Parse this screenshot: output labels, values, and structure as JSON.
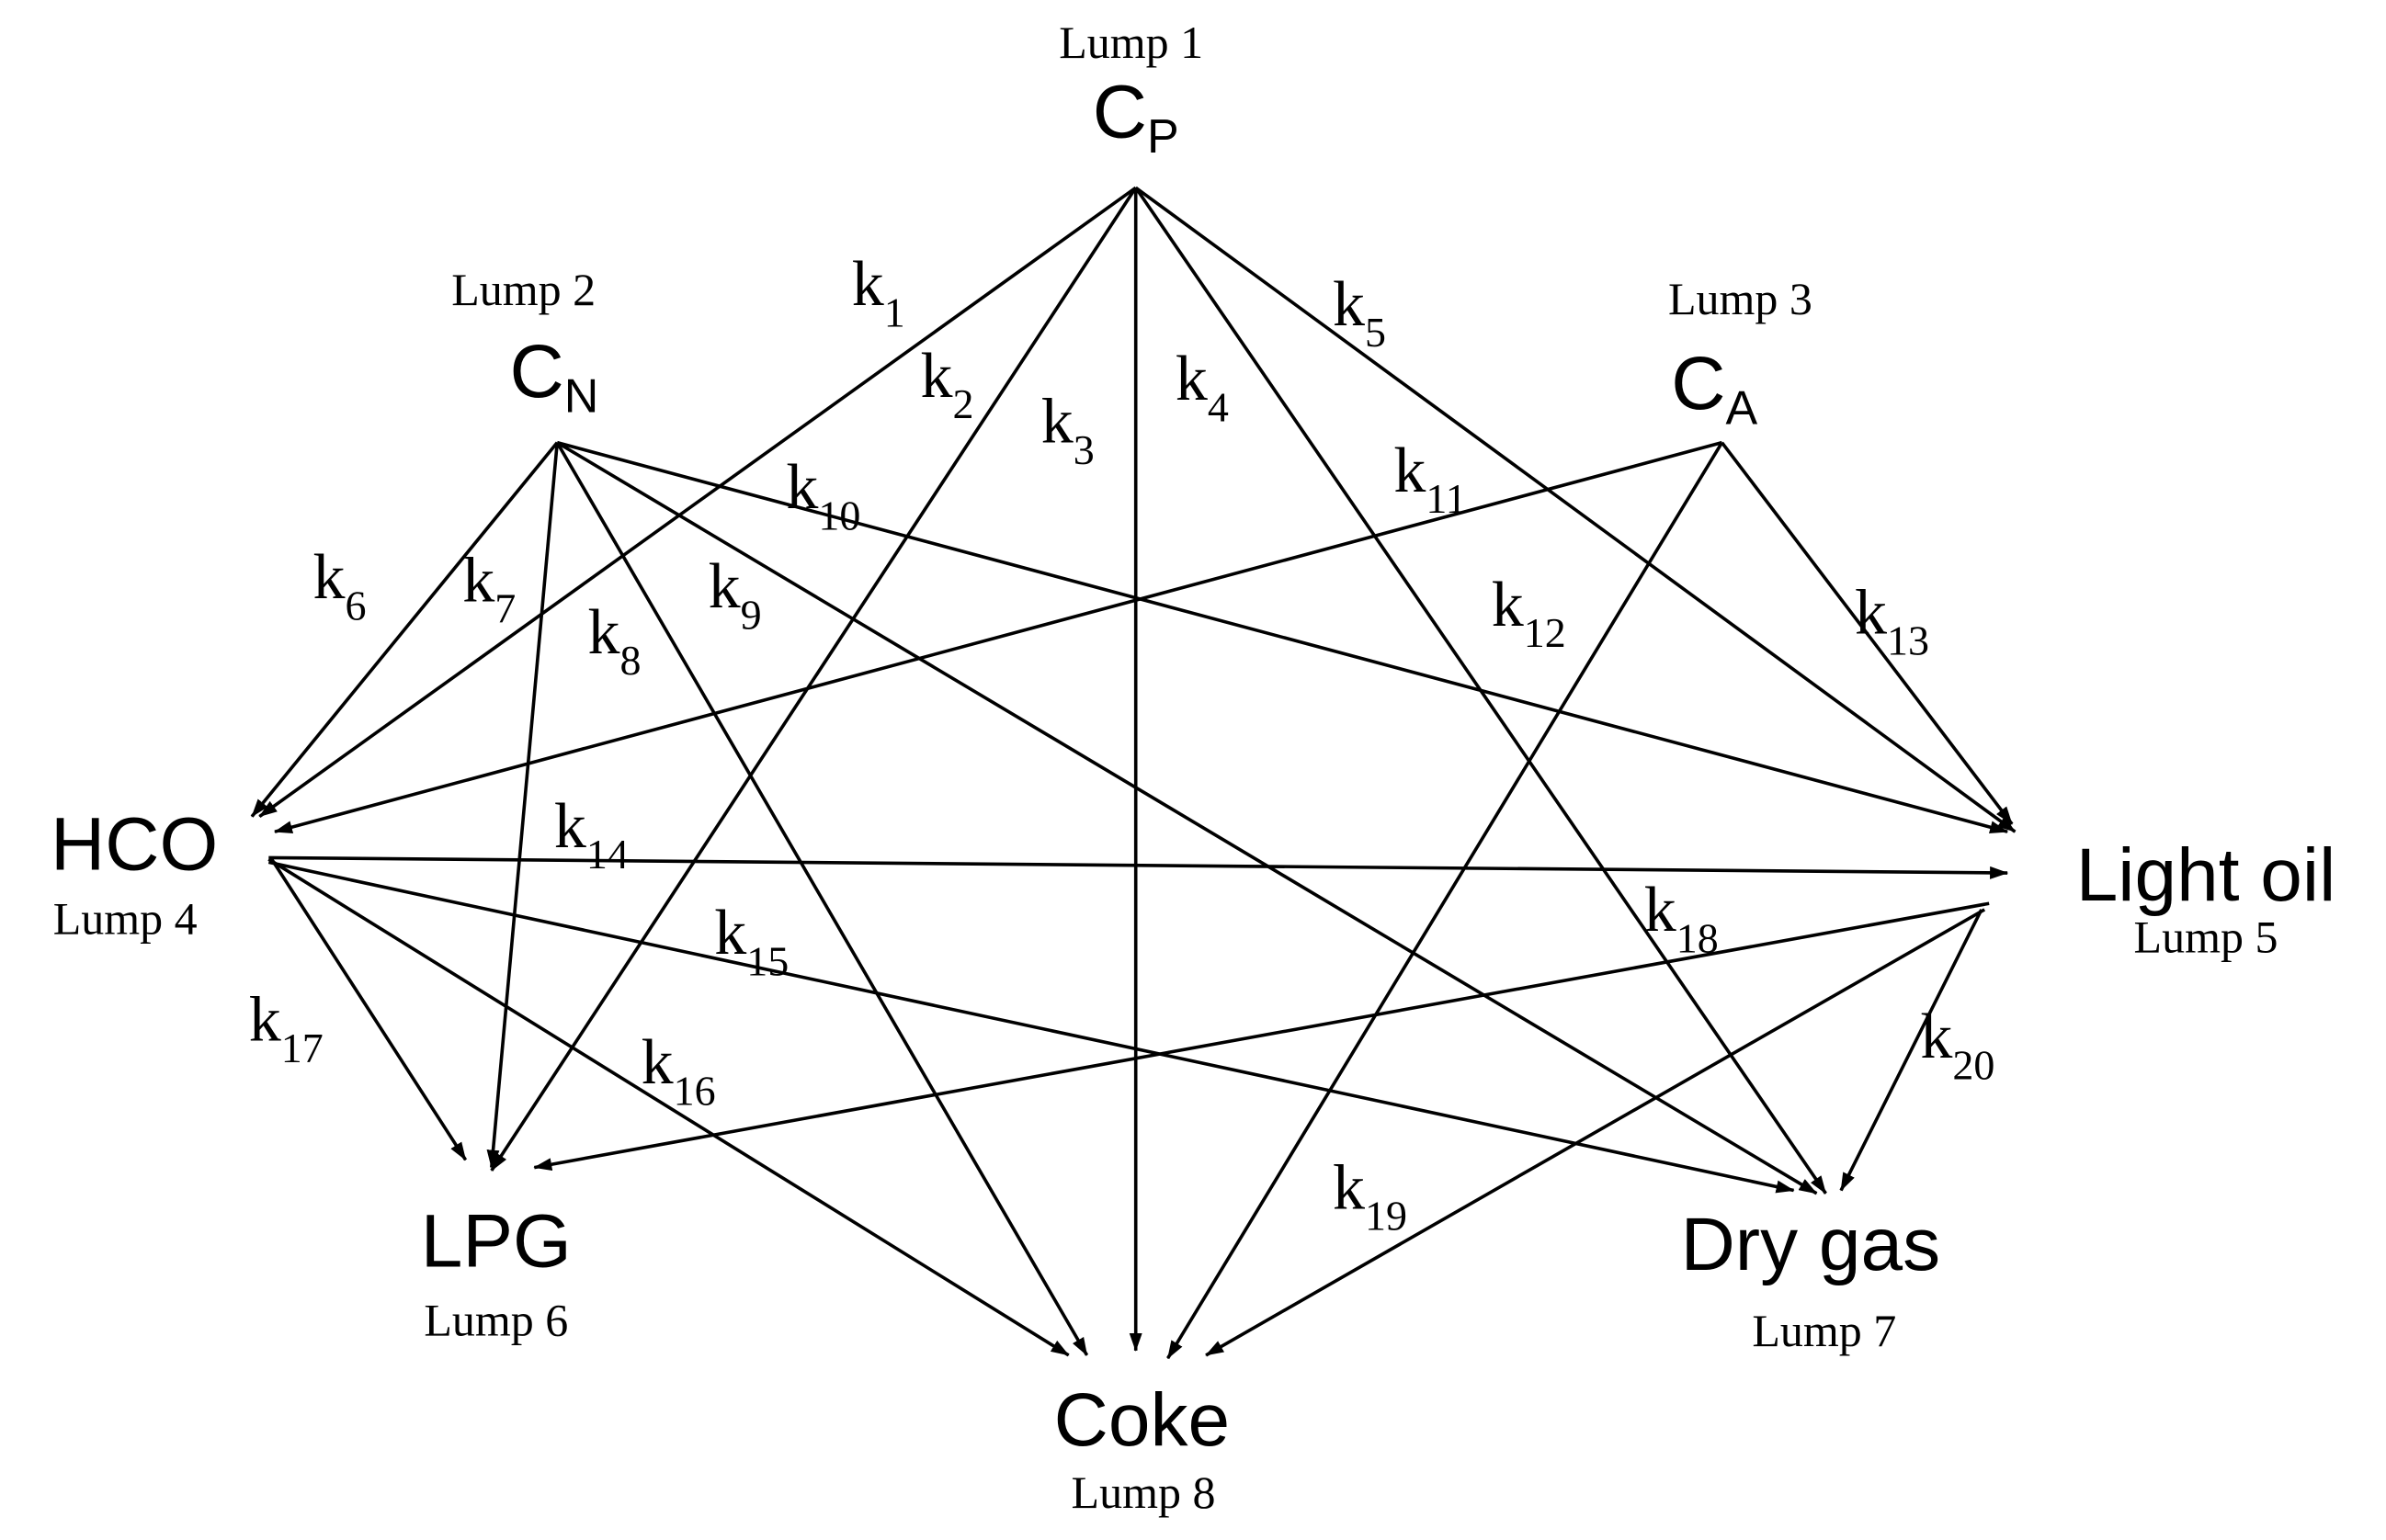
{
  "nodes": [
    {
      "id": "cp",
      "name": "C",
      "sub": "P",
      "lump": "Lump 1"
    },
    {
      "id": "cn",
      "name": "C",
      "sub": "N",
      "lump": "Lump 2"
    },
    {
      "id": "ca",
      "name": "C",
      "sub": "A",
      "lump": "Lump 3"
    },
    {
      "id": "hco",
      "name": "HCO",
      "sub": "",
      "lump": "Lump 4"
    },
    {
      "id": "lightoil",
      "name": "Light oil",
      "sub": "",
      "lump": "Lump 5"
    },
    {
      "id": "lpg",
      "name": "LPG",
      "sub": "",
      "lump": "Lump 6"
    },
    {
      "id": "drygas",
      "name": "Dry gas",
      "sub": "",
      "lump": "Lump 7"
    },
    {
      "id": "coke",
      "name": "Coke",
      "sub": "",
      "lump": "Lump 8"
    }
  ],
  "edges": [
    {
      "from": "cp",
      "to": "hco",
      "label": "k",
      "sub": "1"
    },
    {
      "from": "cp",
      "to": "lpg",
      "label": "k",
      "sub": "2"
    },
    {
      "from": "cp",
      "to": "coke",
      "label": "k",
      "sub": "3"
    },
    {
      "from": "cp",
      "to": "drygas",
      "label": "k",
      "sub": "4"
    },
    {
      "from": "cp",
      "to": "lightoil",
      "label": "k",
      "sub": "5"
    },
    {
      "from": "cn",
      "to": "hco",
      "label": "k",
      "sub": "6"
    },
    {
      "from": "cn",
      "to": "lpg",
      "label": "k",
      "sub": "7"
    },
    {
      "from": "cn",
      "to": "coke",
      "label": "k",
      "sub": "8"
    },
    {
      "from": "cn",
      "to": "drygas",
      "label": "k",
      "sub": "9"
    },
    {
      "from": "cn",
      "to": "lightoil",
      "label": "k",
      "sub": "10"
    },
    {
      "from": "ca",
      "to": "hco",
      "label": "k",
      "sub": "11"
    },
    {
      "from": "ca",
      "to": "coke",
      "label": "k",
      "sub": "12"
    },
    {
      "from": "ca",
      "to": "lightoil",
      "label": "k",
      "sub": "13"
    },
    {
      "from": "hco",
      "to": "lightoil",
      "label": "k",
      "sub": "14"
    },
    {
      "from": "hco",
      "to": "drygas",
      "label": "k",
      "sub": "15"
    },
    {
      "from": "hco",
      "to": "coke",
      "label": "k",
      "sub": "16"
    },
    {
      "from": "hco",
      "to": "lpg",
      "label": "k",
      "sub": "17"
    },
    {
      "from": "lightoil",
      "to": "lpg",
      "label": "k",
      "sub": "18"
    },
    {
      "from": "lightoil",
      "to": "coke",
      "label": "k",
      "sub": "19"
    },
    {
      "from": "lightoil",
      "to": "drygas",
      "label": "k",
      "sub": "20"
    }
  ]
}
